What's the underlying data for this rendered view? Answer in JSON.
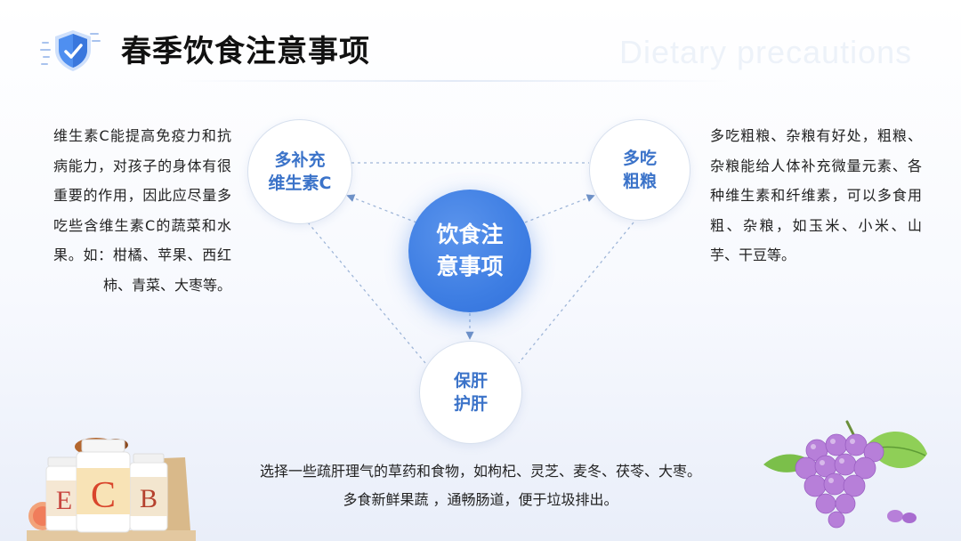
{
  "header": {
    "title": "春季饮食注意事项",
    "subtitle_en": "Dietary  precautions"
  },
  "left_panel": {
    "text": "维生素C能提高免疫力和抗病能力，对孩子的身体有很重要的作用，因此应尽量多吃些含维生素C的蔬菜和水果。如：柑橘、苹果、西红柿、青菜、大枣等。"
  },
  "right_panel": {
    "text": "多吃粗粮、杂粮有好处，粗粮、杂粮能给人体补充微量元素、各种维生素和纤维素，可以多食用粗、杂粮，如玉米、小米、山芋、干豆等。"
  },
  "diagram": {
    "center": {
      "line1": "饮食注",
      "line2": "意事项"
    },
    "node_left": {
      "line1": "多补充",
      "line2": "维生素C"
    },
    "node_right": {
      "line1": "多吃",
      "line2": "粗粮"
    },
    "node_bottom": {
      "line1": "保肝",
      "line2": "护肝"
    }
  },
  "bottom": {
    "line1": "选择一些疏肝理气的草药和食物，如枸杞、灵芝、麦冬、茯苓、大枣。",
    "line2": "多食新鲜果蔬  ，通畅肠道，便于垃圾排出。"
  },
  "colors": {
    "accent": "#3e7ee3",
    "node_text": "#3b73c9",
    "dashed_line": "#9fb6d8"
  },
  "icons": {
    "logo": "shield-icon",
    "bottles": "vitamin-bottles-image",
    "grapes": "grapes-image"
  }
}
